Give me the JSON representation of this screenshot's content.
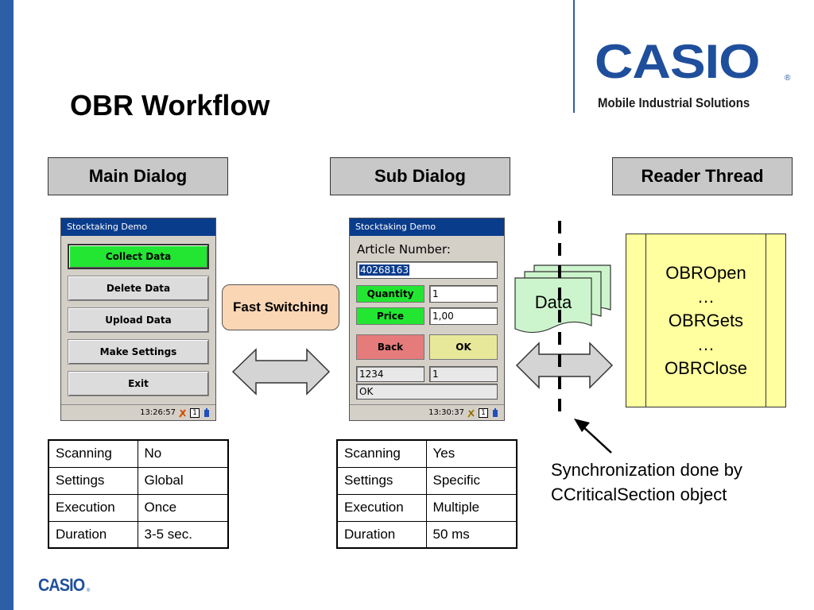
{
  "title": "OBR Workflow",
  "brand": {
    "name": "CASIO",
    "registered": "®",
    "tagline": "Mobile Industrial Solutions"
  },
  "columns": {
    "main": "Main Dialog",
    "sub": "Sub Dialog",
    "reader": "Reader Thread"
  },
  "main_device": {
    "title": "Stocktaking Demo",
    "buttons": [
      "Collect Data",
      "Delete Data",
      "Upload Data",
      "Make Settings",
      "Exit"
    ],
    "status_time": "13:26:57",
    "status_badge": "1"
  },
  "sub_device": {
    "title": "Stocktaking Demo",
    "article_label": "Article Number:",
    "article_value": "40268163",
    "quantity_label": "Quantity",
    "quantity_value": "1",
    "price_label": "Price",
    "price_value": "1,00",
    "back_label": "Back",
    "ok_label": "OK",
    "field_a": "1234",
    "field_b": "1",
    "status_line": "OK",
    "status_time": "13:30:37",
    "status_badge": "1"
  },
  "fast_switching": "Fast Switching",
  "data_label": "Data",
  "reader_calls": [
    "OBROpen",
    "…",
    "OBRGets",
    "…",
    "OBRClose"
  ],
  "main_table": [
    [
      "Scanning",
      "No"
    ],
    [
      "Settings",
      "Global"
    ],
    [
      "Execution",
      "Once"
    ],
    [
      "Duration",
      "3-5 sec."
    ]
  ],
  "sub_table": [
    [
      "Scanning",
      "Yes"
    ],
    [
      "Settings",
      "Specific"
    ],
    [
      "Execution",
      "Multiple"
    ],
    [
      "Duration",
      "50 ms"
    ]
  ],
  "sync_note": [
    "Synchronization done by",
    "CCriticalSection object"
  ],
  "colors": {
    "brand_blue": "#1f4f9c",
    "bar_blue": "#2d5ea8",
    "green": "#22e632",
    "reader_yellow": "#ffff9f",
    "fast_orange": "#fbd6b4"
  }
}
